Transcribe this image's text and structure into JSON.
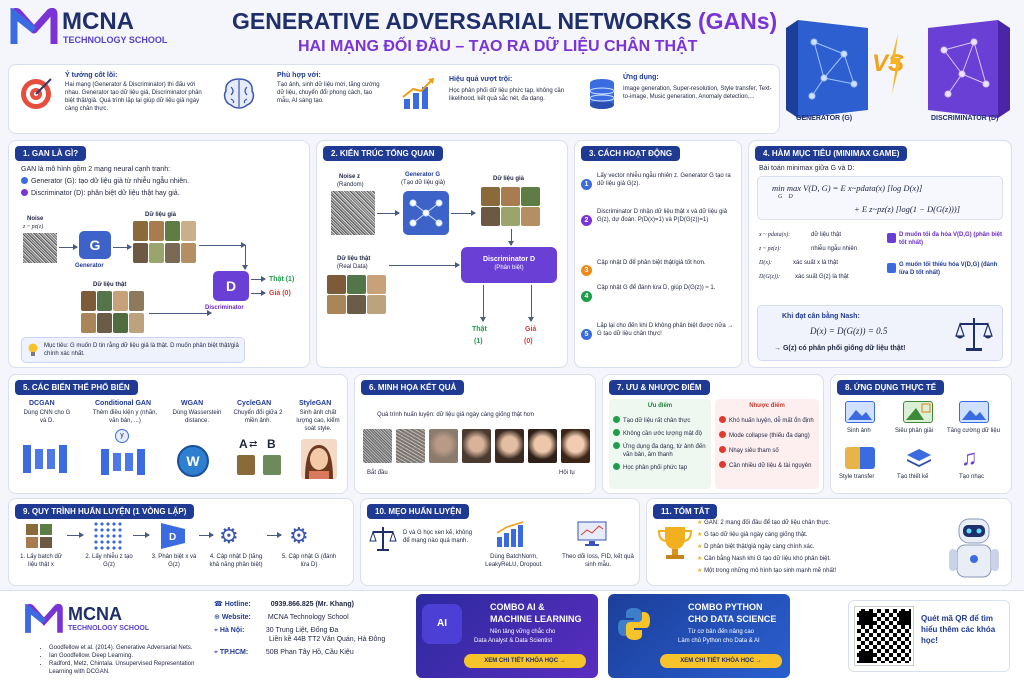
{
  "brand": {
    "logo_letters": "M",
    "name": "MCNA",
    "sub": "TECHNOLOGY SCHOOL"
  },
  "header": {
    "title_main": "GENERATIVE ADVERSARIAL NETWORKS ",
    "title_accent": "(GANs)",
    "subtitle": "HAI MẠNG ĐỐI ĐẦU – TẠO RA DỮ LIỆU CHÂN THẬT",
    "vs": "VS",
    "gen_label": "GENERATOR (G)",
    "disc_label": "DISCRIMINATOR (D)"
  },
  "intro": [
    {
      "icon": "target-icon",
      "title": "Ý tưởng cốt lõi:",
      "text": "Hai mạng (Generator & Discriminator) thi đấu với nhau. Generator tạo dữ liệu giả, Discriminator phân biệt thật/giả. Quá trình lặp lại giúp dữ liệu giả ngày càng chân thực."
    },
    {
      "icon": "brain-icon",
      "title": "Phù hợp với:",
      "text": "Tạo ảnh, sinh dữ liệu mới, tăng cường dữ liệu, chuyển đổi phong cách, tạo mẫu, AI sáng tạo."
    },
    {
      "icon": "chart-up-icon",
      "title": "Hiệu quả vượt trội:",
      "text": "Học phân phối dữ liệu phức tạp, không cần likelihood, kết quả sắc nét, đa dạng."
    },
    {
      "icon": "database-icon",
      "title": "Ứng dụng:",
      "text": "Image generation, Super-resolution, Style transfer, Text-to-image, Music generation, Anomaly detection,..."
    }
  ],
  "s1": {
    "title": "1. GAN LÀ GÌ?",
    "lead": "GAN là mô hình gồm 2 mạng neural cạnh tranh:",
    "gen": "Generator (G): tạo dữ liệu giả từ nhiễu ngẫu nhiên.",
    "disc": "Discriminator (D): phân biệt dữ liệu thật hay giả.",
    "noise": "Noise",
    "noise_formula": "z ~ pz(z)",
    "g": "G",
    "gen_label": "Generator",
    "fake": "Dữ liệu giả",
    "real": "Dữ liệu thật",
    "d": "D",
    "disc_label": "Discriminator",
    "out_real": "Thật (1)",
    "out_fake": "Giả (0)",
    "goal": "Mục tiêu: G muốn D tin rằng dữ liệu giả là thật. D muốn phân biệt thật/giả chính xác nhất."
  },
  "s2": {
    "title": "2. KIẾN TRÚC TỔNG QUAN",
    "noise": "Noise z",
    "noise2": "(Random)",
    "gen": "Generator G",
    "gen2": "(Tạo dữ liệu giả)",
    "fake": "Dữ liệu giả",
    "real": "Dữ liệu thật",
    "real2": "(Real Data)",
    "disc": "Discriminator D",
    "disc2": "(Phân biệt)",
    "out_real": "Thật",
    "out_real2": "(1)",
    "out_fake": "Giả",
    "out_fake2": "(0)"
  },
  "s3": {
    "title": "3. CÁCH HOẠT ĐỘNG",
    "steps": [
      "Lấy vector nhiễu ngẫu nhiên z. Generator G tạo ra dữ liệu giả G(z).",
      "Discriminator D nhận dữ liệu thật x và dữ liệu giả G(z), dự đoán: P(D(x)=1) và P(D(G(z))=1)",
      "Cập nhật D để phân biệt thật/giả tốt hơn.",
      "Cập nhật G để đánh lừa D, giúp D(G(z)) ≈ 1.",
      "Lặp lại cho đến khi D không phân biệt được nữa → G tạo dữ liệu chân thực!"
    ]
  },
  "s4": {
    "title": "4. HÀM MỤC TIÊU (MINIMAX GAME)",
    "lead": "Bài toán minimax giữa G và D:",
    "eq1": "min max V(D, G) = E x~pdata(x) [log D(x)]",
    "eq1_sub": "G    D",
    "eq2": "+ E z~pz(z) [log(1 − D(G(z)))]",
    "defs": [
      [
        "x ~ pdata(x):",
        "dữ liệu thật"
      ],
      [
        "z ~ pz(z):",
        "nhiễu ngẫu nhiên"
      ],
      [
        "D(x):",
        "xác suất x là thật"
      ],
      [
        "D(G(z)):",
        "xác suất G(z) là thật"
      ]
    ],
    "d_goal": "D muốn tối đa hóa V(D,G) (phân biệt tốt nhất)",
    "g_goal": "G muốn tối thiểu hóa V(D,G) (đánh lừa D tốt nhất)",
    "nash_title": "Khi đạt cân bằng Nash:",
    "nash_eq": "D(x) = D(G(z)) = 0.5",
    "nash_result": "→ G(z) có phân phối giống dữ liệu thật!"
  },
  "s5": {
    "title": "5. CÁC BIẾN THỂ PHỔ BIẾN",
    "items": [
      {
        "name": "DCGAN",
        "desc": "Dùng CNN cho G và D."
      },
      {
        "name": "Conditional GAN",
        "desc": "Thêm điều kiện y (nhãn, văn bản, ...)"
      },
      {
        "name": "WGAN",
        "desc": "Dùng Wasserstein distance."
      },
      {
        "name": "CycleGAN",
        "desc": "Chuyển đổi giữa 2 miền ảnh."
      },
      {
        "name": "StyleGAN",
        "desc": "Sinh ảnh chất lượng cao, kiểm soát style."
      }
    ],
    "cy_a": "A",
    "cy_b": "B",
    "cond_y": "y",
    "wgan_w": "W"
  },
  "s6": {
    "title": "6. MINH HỌA KẾT QUẢ",
    "caption": "Quá trình huấn luyện: dữ liệu giả ngày càng giống thật hơn",
    "start": "Bắt đầu",
    "end": "Hội tụ"
  },
  "s7": {
    "title": "7. ƯU & NHƯỢC ĐIỂM",
    "pros_title": "Ưu điểm",
    "cons_title": "Nhược điểm",
    "pros": [
      "Tạo dữ liệu rất chân thực",
      "Không cần ước lượng mật độ",
      "Ứng dụng đa dạng, từ ảnh đến văn bản, âm thanh",
      "Học phân phối phức tạp"
    ],
    "cons": [
      "Khó huấn luyện, dễ mất ổn định",
      "Mode collapse (thiếu đa dạng)",
      "Nhạy siêu tham số",
      "Cần nhiều dữ liệu & tài nguyên"
    ]
  },
  "s8": {
    "title": "8. ỨNG DỤNG THỰC TẾ",
    "items": [
      "Sinh ảnh",
      "Siêu phân giải",
      "Tăng cường dữ liệu",
      "Style transfer",
      "Tạo thiết kế",
      "Tạo nhạc"
    ]
  },
  "s9": {
    "title": "9. QUY TRÌNH HUẤN LUYỆN (1 VÒNG LẶP)",
    "steps": [
      "1. Lấy batch dữ liệu thật x",
      "2. Lấy nhiễu z tạo G(z)",
      "3. Phân biệt x và G(z)",
      "4. Cập nhật D (tăng khả năng phân biệt)",
      "5. Cập nhật G (đánh lừa D)"
    ],
    "d": "D"
  },
  "s10": {
    "title": "10. MẸO HUẤN LUYỆN",
    "tips": [
      "D và G học xen kẽ, không để mạng nào quá mạnh.",
      "Dùng BatchNorm, LeakyReLU, Dropout.",
      "Theo dõi loss, FID, kết quả sinh mẫu."
    ]
  },
  "s11": {
    "title": "11. TÓM TẮT",
    "items": [
      "GAN: 2 mạng đối đầu để tạo dữ liệu chân thực.",
      "G tạo dữ liệu giả ngày càng giống thật.",
      "D phân biệt thật/giả ngày càng chính xác.",
      "Cân bằng Nash khi G tạo dữ liệu khó phân biệt.",
      "Một trong những mô hình tạo sinh mạnh mẽ nhất!"
    ]
  },
  "footer": {
    "refs": [
      "Goodfellow et al. (2014). Generative Adversarial Nets.",
      "Ian Goodfellow. Deep Learning.",
      "Radford, Metz, Chintala. Unsupervised Representation Learning with DCGAN."
    ],
    "contacts": [
      [
        "Hotline:",
        "0939.866.825  (Mr. Khang)"
      ],
      [
        "Website:",
        "MCNA Technology School"
      ],
      [
        "Hà Nội:",
        "30 Trung Liệt, Đống Đa"
      ],
      [
        "",
        "Liền kề 44B TT2 Văn Quán, Hà Đông"
      ],
      [
        "TP.HCM:",
        "50B Phan Tây Hồ, Cầu Kiệu"
      ]
    ],
    "combo1": {
      "t1": "COMBO AI &",
      "t2": "MACHINE LEARNING",
      "d1": "Nền tảng vững chắc cho",
      "d2": "Data Analyst & Data Scientist",
      "btn": "XEM CHI TIẾT KHÓA HỌC →"
    },
    "combo2": {
      "t1": "COMBO PYTHON",
      "t2": "CHO DATA SCIENCE",
      "d1": "Từ cơ bản đến nâng cao",
      "d2": "Làm chủ Python cho Data & AI",
      "btn": "XEM CHI TIẾT KHÓA HỌC →"
    },
    "qr": "Quét mã QR để tìm hiểu thêm các khóa học!"
  }
}
